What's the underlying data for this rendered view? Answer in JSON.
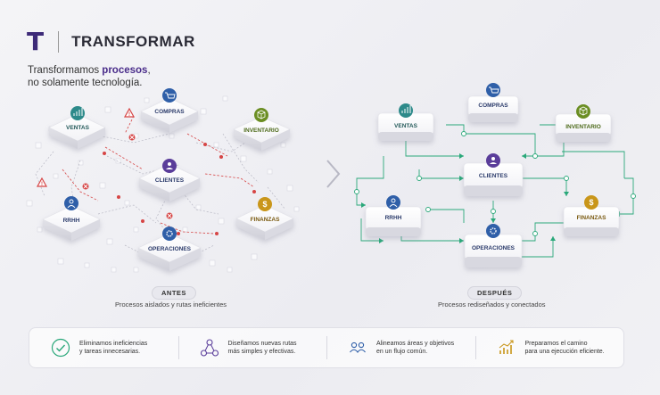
{
  "header": {
    "logo": "T",
    "title": "TRANSFORMAR",
    "subtitle_line1_prefix": "Transformamos ",
    "subtitle_line1_highlight": "procesos",
    "subtitle_line1_suffix": ",",
    "subtitle_line2": "no solamente tecnología."
  },
  "before": {
    "nodes": {
      "ventas": "VENTAS",
      "compras": "COMPRAS",
      "inventario": "INVENTARIO",
      "clientes": "CLIENTES",
      "rrhh": "RRHH",
      "finanzas": "FINANZAS",
      "operaciones": "OPERACIONES"
    },
    "chip": "ANTES",
    "caption": "Procesos aislados y rutas ineficientes"
  },
  "after": {
    "nodes": {
      "ventas": "VENTAS",
      "compras": "COMPRAS",
      "inventario": "INVENTARIO",
      "clientes": "CLIENTES",
      "rrhh": "RRHH",
      "finanzas": "FINANZAS",
      "operaciones": "OPERACIONES"
    },
    "chip": "DESPUÉS",
    "caption": "Procesos rediseñados y conectados"
  },
  "benefits": [
    {
      "icon": "check-circle-icon",
      "line1": "Eliminamos ineficiencias",
      "line2": "y tareas innecesarias."
    },
    {
      "icon": "network-icon",
      "line1": "Diseñamos nuevas rutas",
      "line2": "más simples y efectivas."
    },
    {
      "icon": "team-icon",
      "line1": "Alineamos áreas y objetivos",
      "line2": "en un flujo común."
    },
    {
      "icon": "growth-chart-icon",
      "line1": "Preparamos el camino",
      "line2": "para una ejecución eficiente."
    }
  ],
  "colors": {
    "brand": "#3d2a78",
    "blue": "#2f5fa8",
    "green": "#2aa87a",
    "olive": "#6b8e23",
    "gold": "#c9961a",
    "teal": "#2d8a8a",
    "purple": "#5a3d9a",
    "red": "#d64545"
  }
}
